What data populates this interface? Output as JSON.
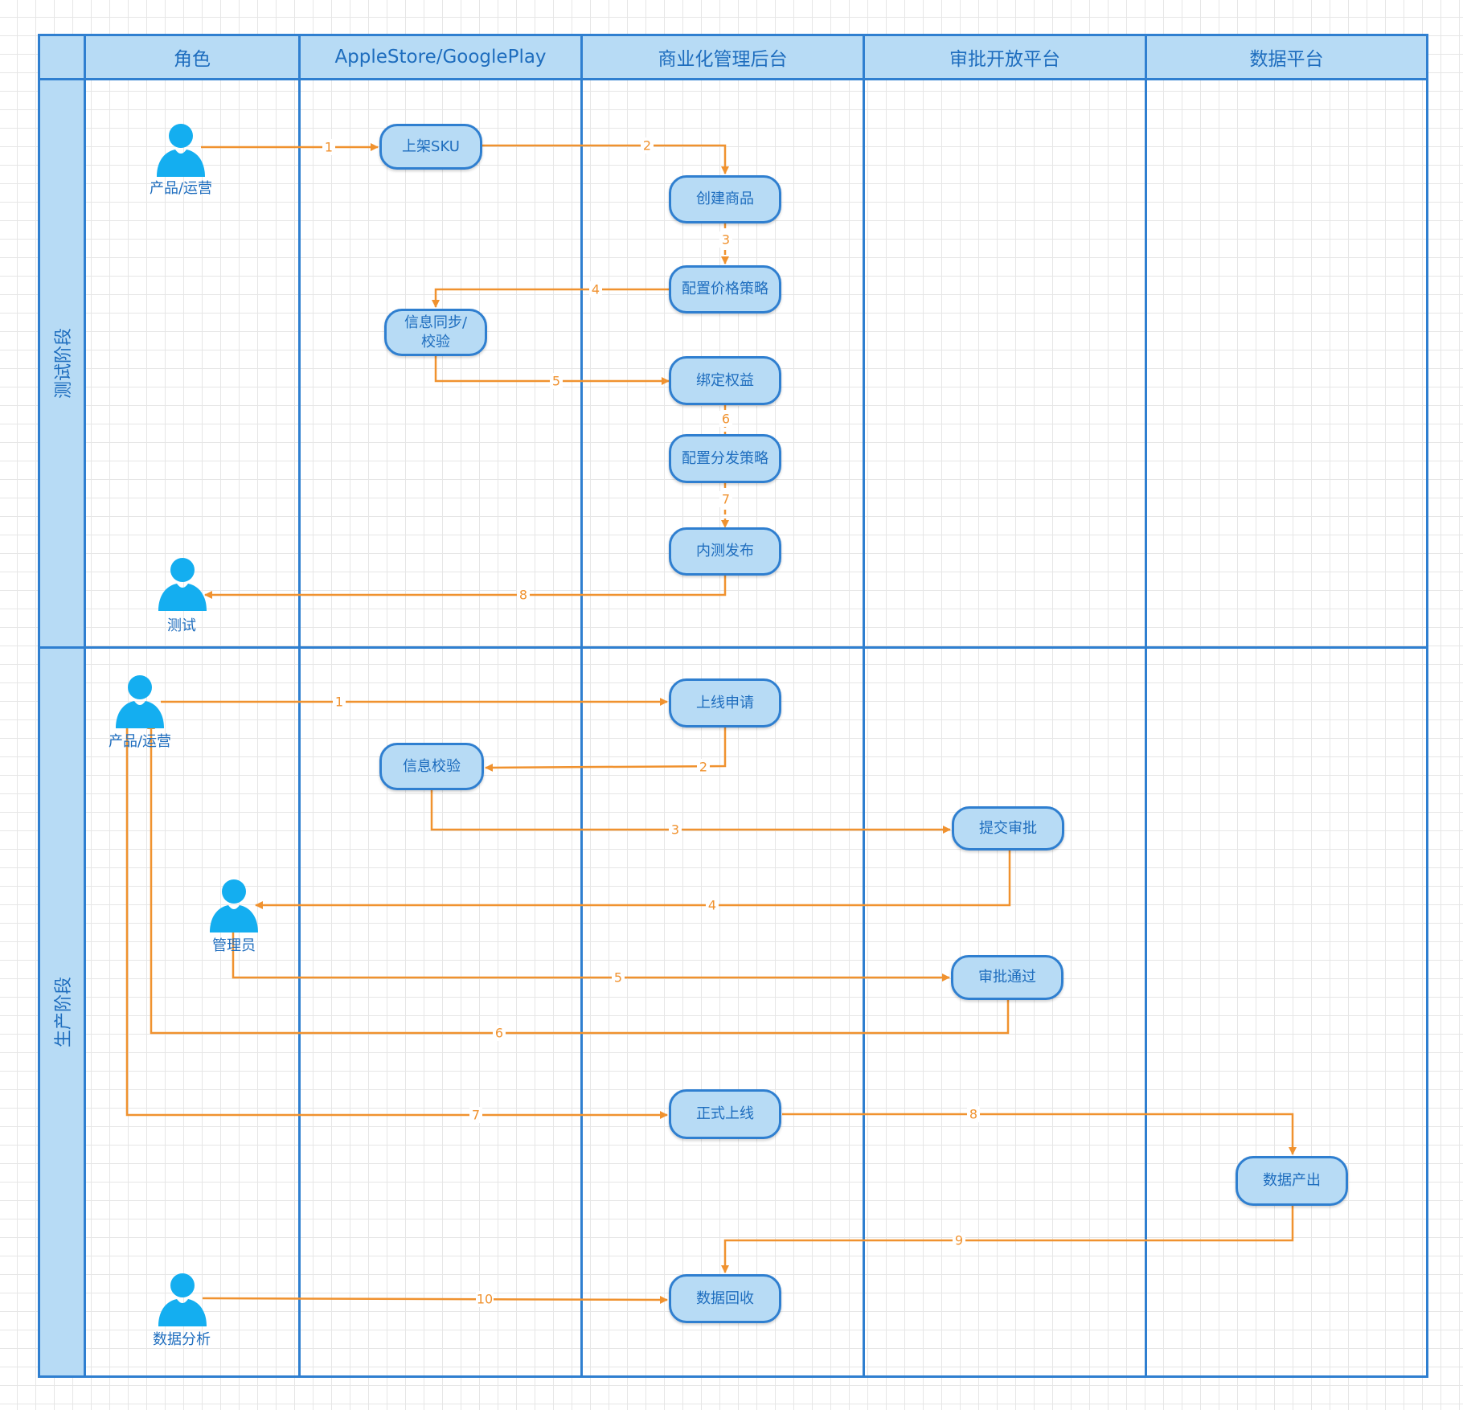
{
  "header": {
    "columns": [
      "角色",
      "AppleStore/GooglePlay",
      "商业化管理后台",
      "审批开放平台",
      "数据平台"
    ]
  },
  "phases": {
    "test": "测试阶段",
    "production": "生产阶段"
  },
  "test": {
    "actors": {
      "ops": "产品/运营",
      "tester": "测试"
    },
    "nodes": {
      "list_sku": "上架SKU",
      "create_product": "创建商品",
      "config_price": "配置价格策略",
      "sync_verify": "信息同步/\n校验",
      "bind_rights": "绑定权益",
      "config_dist": "配置分发策略",
      "beta_release": "内测发布"
    },
    "edges": [
      "1",
      "2",
      "3",
      "4",
      "5",
      "6",
      "7",
      "8"
    ]
  },
  "production": {
    "actors": {
      "ops": "产品/运营",
      "admin": "管理员",
      "analyst": "数据分析"
    },
    "nodes": {
      "launch_request": "上线申请",
      "info_verify": "信息校验",
      "submit_approval": "提交审批",
      "approved": "审批通过",
      "go_live": "正式上线",
      "data_output": "数据产出",
      "data_collect": "数据回收"
    },
    "edges": [
      "1",
      "2",
      "3",
      "4",
      "5",
      "6",
      "7",
      "8",
      "9",
      "10"
    ]
  },
  "colors": {
    "lane_border": "#2f7fd0",
    "lane_fill": "#b7dbf5",
    "text": "#1e6dbe",
    "arrow": "#f0922f",
    "actor": "#14aef0"
  }
}
